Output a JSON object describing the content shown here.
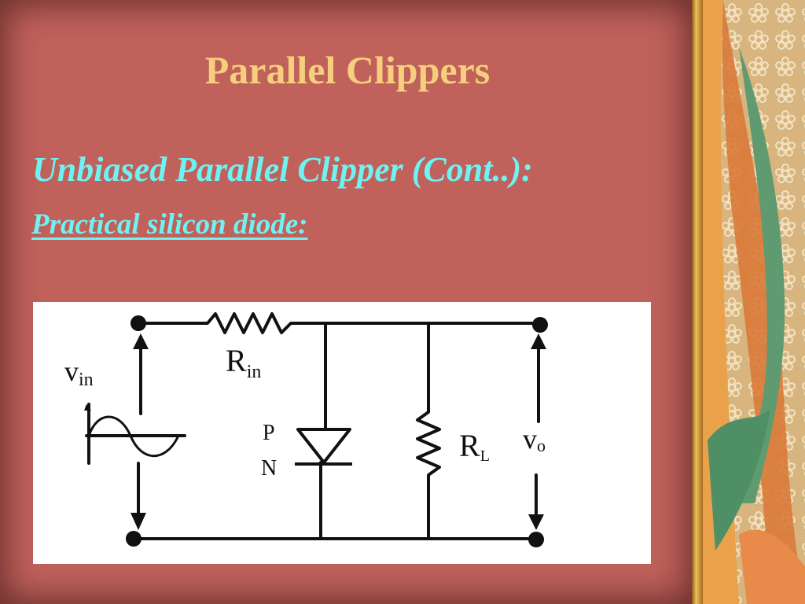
{
  "slide": {
    "title": "Parallel Clippers",
    "subtitle": "Unbiased Parallel Clipper (Cont..):",
    "subheading": "Practical silicon diode:"
  },
  "diagram": {
    "labels": {
      "vin_main": "v",
      "vin_sub": "in",
      "rin_main": "R",
      "rin_sub": "in",
      "diode_p": "P",
      "diode_n": "N",
      "rl_main": "R",
      "rl_sub": "L",
      "vo_main": "v",
      "vo_sub": "o"
    }
  },
  "colors": {
    "background": "#c0615b",
    "title": "#f6cf7c",
    "subtitle": "#6ef2f2",
    "diagram_bg": "#ffffff"
  }
}
